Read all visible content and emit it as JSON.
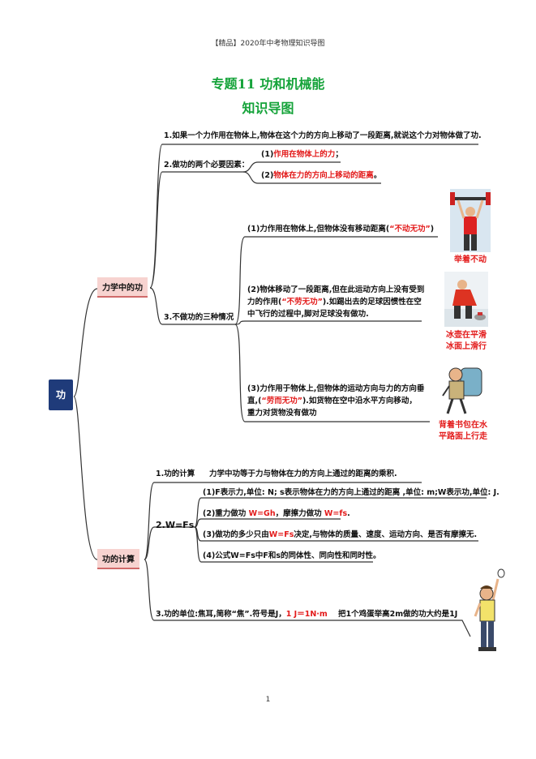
{
  "header": "【精品】2020年中考物理知识导图",
  "title": "专题11  功和机械能",
  "subtitle": "知识导图",
  "root": "功",
  "branch1": {
    "label": "力学中的功",
    "item1": "1.如果一个力作用在物体上,物体在这个力的方向上移动了一段距离,就说这个力对物体做了功.",
    "item2": {
      "label": "2.做功的两个必要因素：",
      "f1_pre": "(1)",
      "f1_red": "作用在物体上的力",
      "f1_post": "；",
      "f2_pre": "(2)",
      "f2_red": "物体在力的方向上移动的距离",
      "f2_post": "。"
    },
    "item3": {
      "label": "3.不做功的三种情况",
      "c1_pre": "(1)力作用在物体上,但物体没有移动距离(",
      "c1_red": "“不动无功”",
      "c1_post": ")",
      "c1_caption": "举着不动",
      "c2_line1": "(2)物体移动了一段距离,但在此运动方向上没有受到",
      "c2_pre": "力的作用(",
      "c2_red": "“不劳无功”",
      "c2_post": ").如踢出去的足球因惯性在空",
      "c2_line3": "中飞行的过程中,脚对足球没有做功.",
      "c2_caption1": "冰壶在平滑",
      "c2_caption2": "冰面上滑行",
      "c3_line1": "(3)力作用于物体上,但物体的运动方向与力的方向垂",
      "c3_pre": "直,(",
      "c3_red": "“劳而无功”",
      "c3_post": ").如货物在空中沿水平方向移动，",
      "c3_line3": "重力对货物没有做功",
      "c3_caption1": "背着书包在水",
      "c3_caption2": "平路面上行走"
    }
  },
  "branch2": {
    "label": "功的计算",
    "item1_label": "1.功的计算",
    "item1_text": "力学中功等于力与物体在力的方向上通过的距离的乘积.",
    "item2_label": "2.W=Fs",
    "s1": "(1)F表示力,单位: N; s表示物体在力的方向上通过的距离 ,单位: m;W表示功,单位: J.",
    "s2_pre": "(2)重力做功 ",
    "s2_red1": "W=Gh",
    "s2_mid": "，摩擦力做功 ",
    "s2_red2": "W=fs",
    "s2_post": ".",
    "s3_pre": "(3)做功的多少只由",
    "s3_red": "W=Fs",
    "s3_post": "决定,与物体的质量、速度、运动方向、是否有摩擦无.",
    "s4": "(4)公式W=Fs中F和s的同体性、同向性和同时性。",
    "item3_pre": "3.功的单位:焦耳,简称“焦”.符号是J，",
    "item3_red": "1 J＝1N·m",
    "item3_post": "把1个鸡蛋举高2m做的功大约是1J"
  },
  "page_number": "1"
}
